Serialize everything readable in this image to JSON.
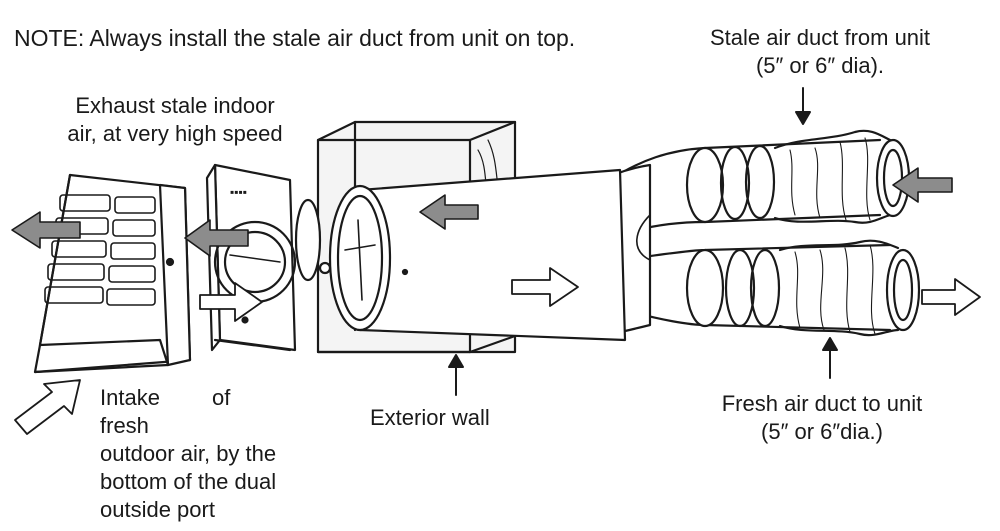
{
  "note": "NOTE:  Always install the stale air duct from unit on top.",
  "labels": {
    "exhaust": [
      "Exhaust stale indoor",
      "air, at very high speed"
    ],
    "intake": [
      "Intake of fresh",
      "outdoor air, by the",
      "bottom of the dual",
      "outside port"
    ],
    "exterior_wall": "Exterior wall",
    "stale_duct": [
      "Stale air duct from unit",
      "(5″ or 6″ dia)."
    ],
    "fresh_duct": [
      "Fresh air duct to unit",
      "(5″ or 6″dia.)"
    ]
  },
  "colors": {
    "line": "#1a1a1a",
    "fill_arrow": "#8c8c8c",
    "wall_fill": "#f4f4f4"
  }
}
